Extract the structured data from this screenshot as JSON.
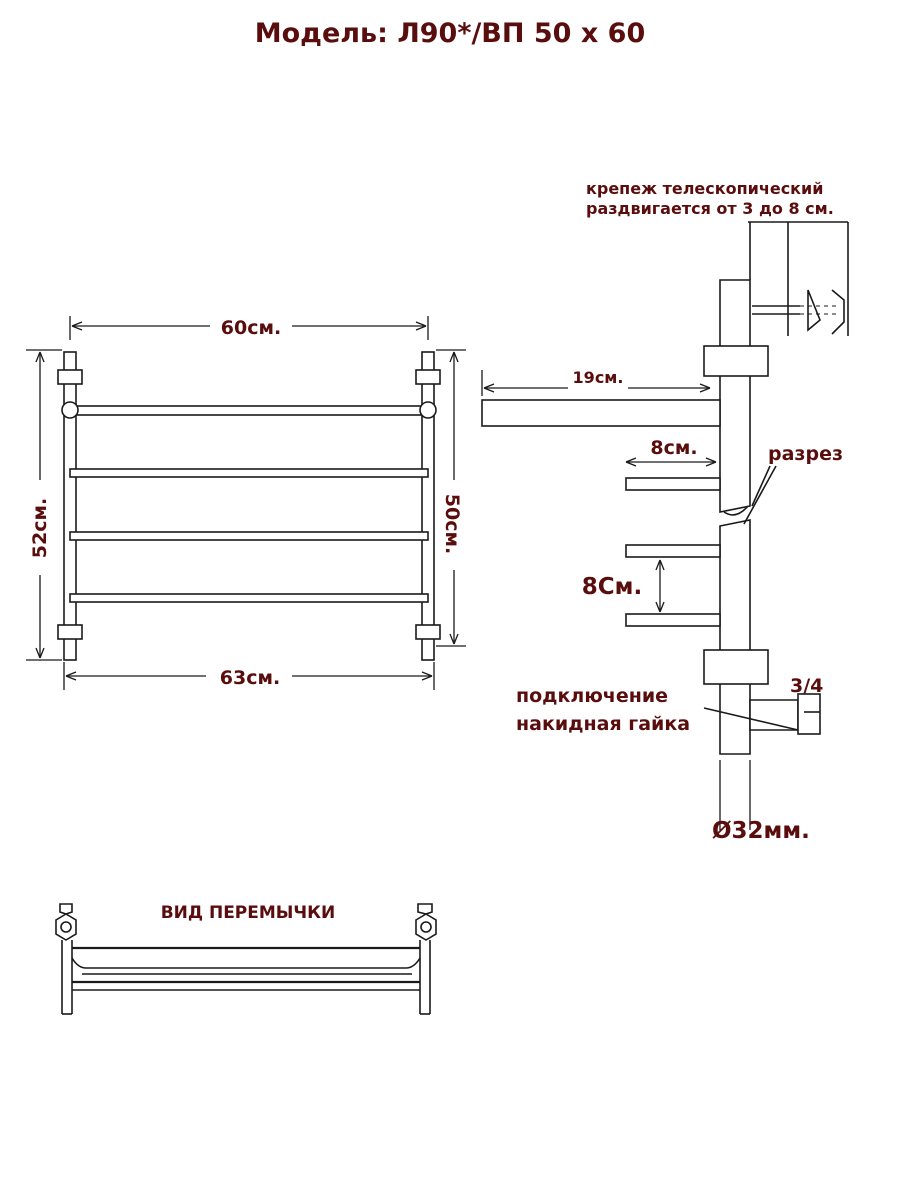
{
  "title": "Модель: Л90*/ВП 50 х 60",
  "front_view": {
    "width_top": "60см.",
    "width_bottom": "63см.",
    "height_left": "52см.",
    "height_right": "50см."
  },
  "side_view": {
    "mount_note_line1": "крепеж телескопический",
    "mount_note_line2": "раздвигается от 3 до 8 см.",
    "depth_top": "19см.",
    "depth_shelf": "8см.",
    "section_label": "разрез",
    "spacing": "8См.",
    "connection_line1": "подключение",
    "connection_line2": "накидная гайка",
    "thread_size": "3/4",
    "diameter": "Ø32мм."
  },
  "jumper_view": {
    "title": "ВИД ПЕРЕМЫЧКИ"
  }
}
